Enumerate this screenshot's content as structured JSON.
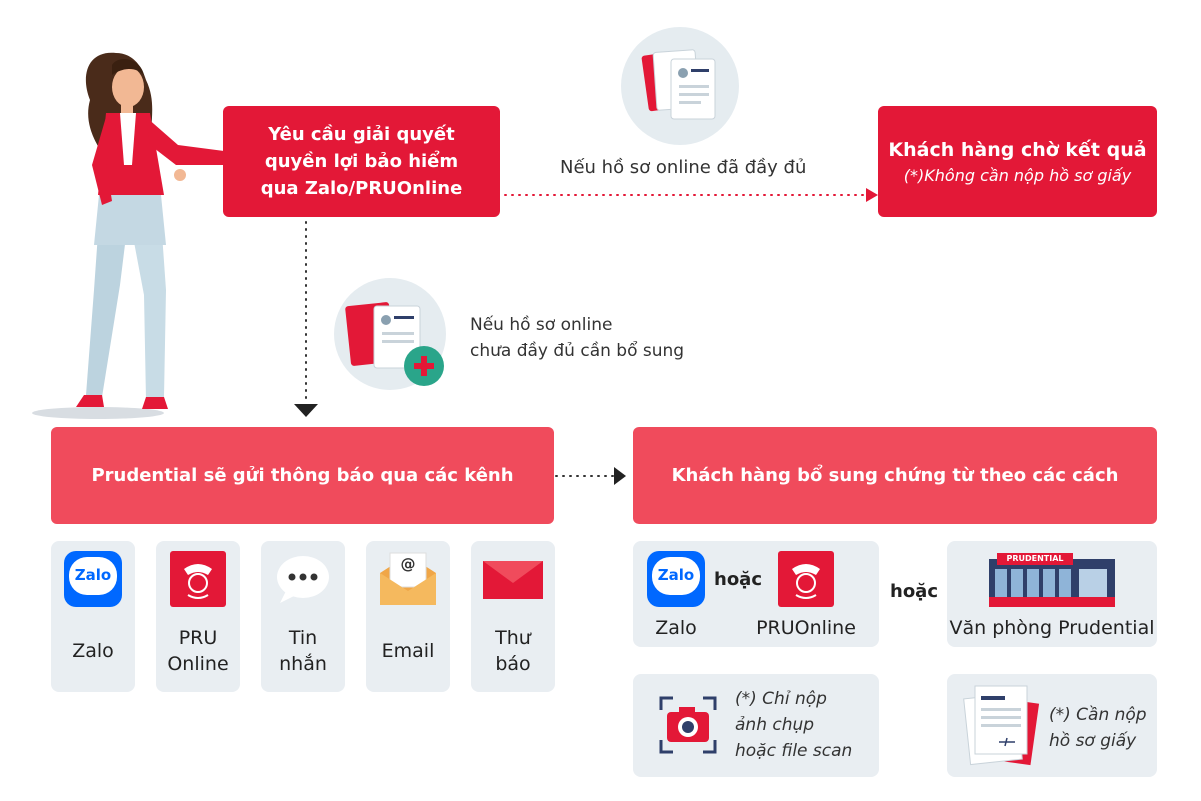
{
  "request_box": {
    "line1": "Yêu cầu giải quyết",
    "line2": "quyền lợi bảo hiểm",
    "line3": "qua Zalo/PRUOnline"
  },
  "result_box": {
    "title": "Khách hàng chờ kết quả",
    "note": "(*)Không cần nộp hồ sơ giấy"
  },
  "complete_caption": "Nếu hồ sơ online đã đầy đủ",
  "incomplete_caption": {
    "line1": "Nếu hồ sơ online",
    "line2": "chưa đầy đủ cần bổ sung"
  },
  "notify_box": {
    "title": "Prudential sẽ gửi thông báo qua các kênh"
  },
  "supplement_box": {
    "title": "Khách hàng bổ sung chứng từ theo các cách"
  },
  "channels": [
    {
      "line1": "Zalo",
      "line2": ""
    },
    {
      "line1": "PRU",
      "line2": "Online"
    },
    {
      "line1": "Tin",
      "line2": "nhắn"
    },
    {
      "line1": "Email",
      "line2": ""
    },
    {
      "line1": "Thư",
      "line2": "báo"
    }
  ],
  "zalo_logo_text": "Zalo",
  "email_at": "@",
  "methods": {
    "online": {
      "zalo_label": "Zalo",
      "or": "hoặc",
      "pru_label": "PRUOnline"
    },
    "or_between": "hoặc",
    "office": {
      "label": "Văn phòng Prudential",
      "sign": "PRUDENTIAL"
    }
  },
  "notes": {
    "photo": {
      "line1": "(*) Chỉ nộp",
      "line2": "ảnh chụp",
      "line3": "hoặc file scan"
    },
    "paper": {
      "line1": "(*) Cần nộp",
      "line2": "hồ sơ giấy"
    }
  },
  "colors": {
    "red": "#e31837",
    "pink": "#f04b5c",
    "card": "#e9eef2",
    "zalo_blue": "#0068ff"
  }
}
